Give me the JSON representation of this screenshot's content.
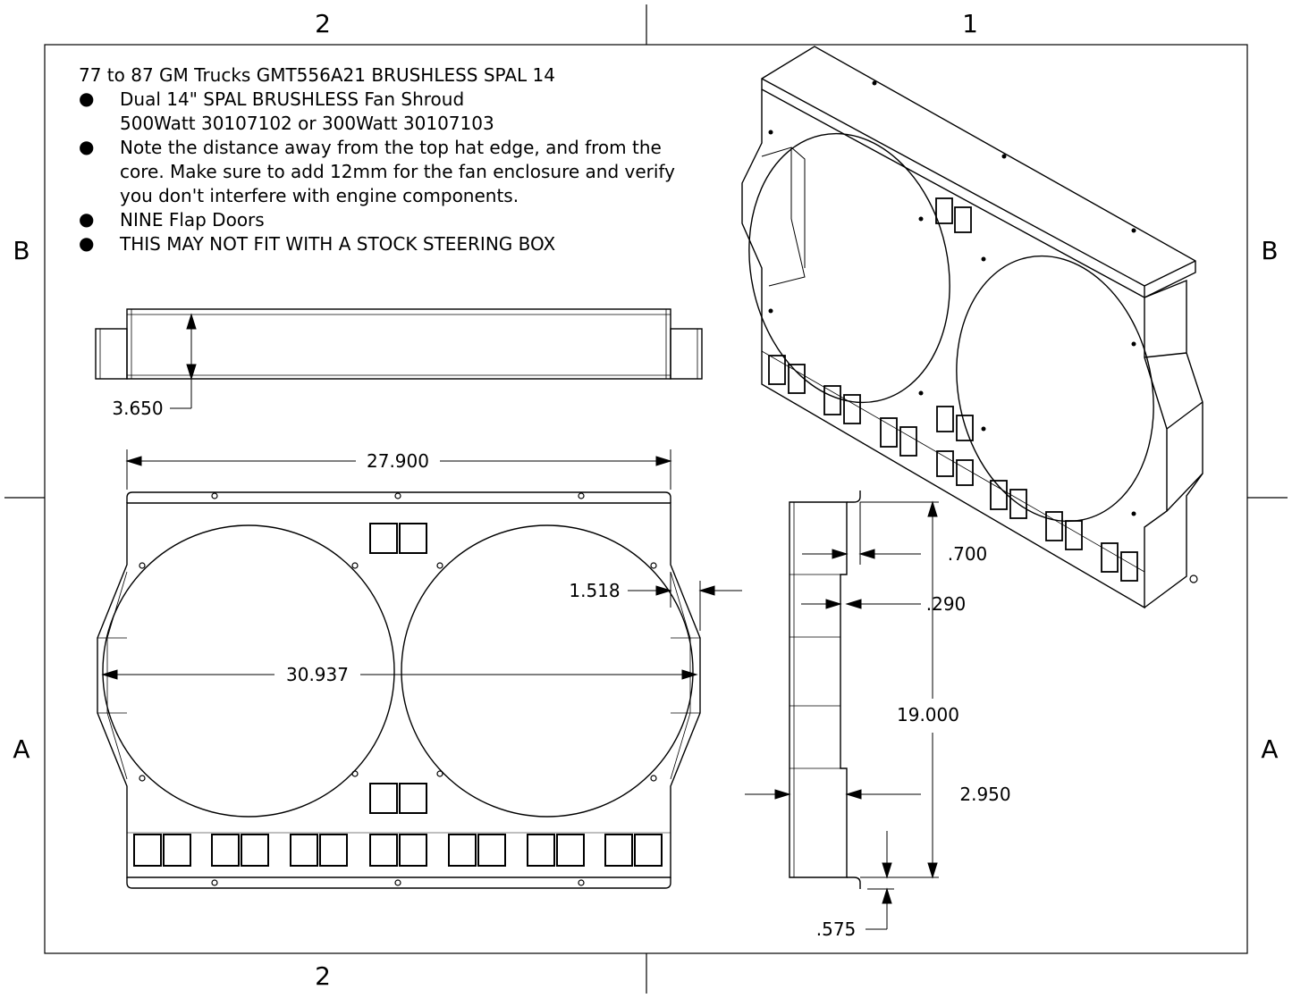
{
  "zones": {
    "top_left": "2",
    "top_right": "1",
    "bottom_left": "2",
    "left_upper": "B",
    "left_lower": "A",
    "right_upper": "B",
    "right_lower": "A"
  },
  "notes": {
    "title": "77 to 87 GM Trucks GMT556A21 BRUSHLESS SPAL 14",
    "bullet_glyph": "●",
    "item1_line1": "Dual 14\" SPAL BRUSHLESS Fan Shroud",
    "item1_line2": "500Watt 30107102 or 300Watt 30107103",
    "item2_line1": "Note the distance away from the top hat edge, and from the",
    "item2_line2": "core.  Make sure to add 12mm for the fan enclosure and verify",
    "item2_line3": "you don't interfere with engine components.",
    "item3": "NINE Flap Doors",
    "item4": "THIS MAY NOT FIT WITH A STOCK STEERING BOX"
  },
  "dimensions": {
    "top_view_depth": "3.650",
    "overall_width": "27.900",
    "side_flange": "1.518",
    "span_width": "30.937",
    "side_top_flange": ".700",
    "side_step": ".290",
    "side_height": "19.000",
    "side_bottom_flange": "2.950",
    "side_lip": ".575"
  },
  "colors": {
    "line": "#000000",
    "paper": "#ffffff"
  }
}
